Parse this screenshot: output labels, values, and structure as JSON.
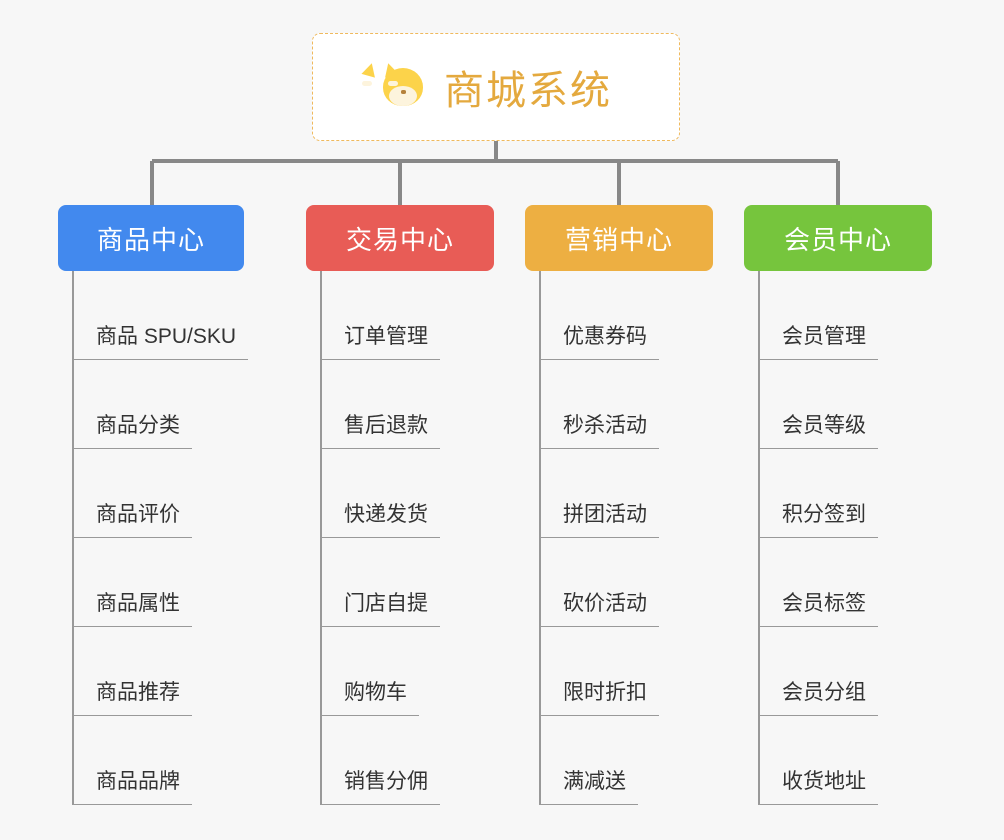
{
  "diagram": {
    "type": "mindmap-tree",
    "background_color": "#f7f7f7",
    "root": {
      "title": "商城系统",
      "icon": "shiba-dog-face-emoji",
      "text_color": "#e4a93e",
      "border_color": "#efb95d",
      "background_color": "#ffffff"
    },
    "connector_color": "#888888",
    "leaf_line_color": "#999999",
    "leaf_text_color": "#333333",
    "categories": [
      {
        "label": "商品中心",
        "color": "#4289ee",
        "items": [
          "商品 SPU/SKU",
          "商品分类",
          "商品评价",
          "商品属性",
          "商品推荐",
          "商品品牌"
        ]
      },
      {
        "label": "交易中心",
        "color": "#e85c56",
        "items": [
          "订单管理",
          "售后退款",
          "快递发货",
          "门店自提",
          "购物车",
          "销售分佣"
        ]
      },
      {
        "label": "营销中心",
        "color": "#edaf42",
        "items": [
          "优惠券码",
          "秒杀活动",
          "拼团活动",
          "砍价活动",
          "限时折扣",
          "满减送"
        ]
      },
      {
        "label": "会员中心",
        "color": "#76c53d",
        "items": [
          "会员管理",
          "会员等级",
          "积分签到",
          "会员标签",
          "会员分组",
          "收货地址"
        ]
      }
    ]
  }
}
